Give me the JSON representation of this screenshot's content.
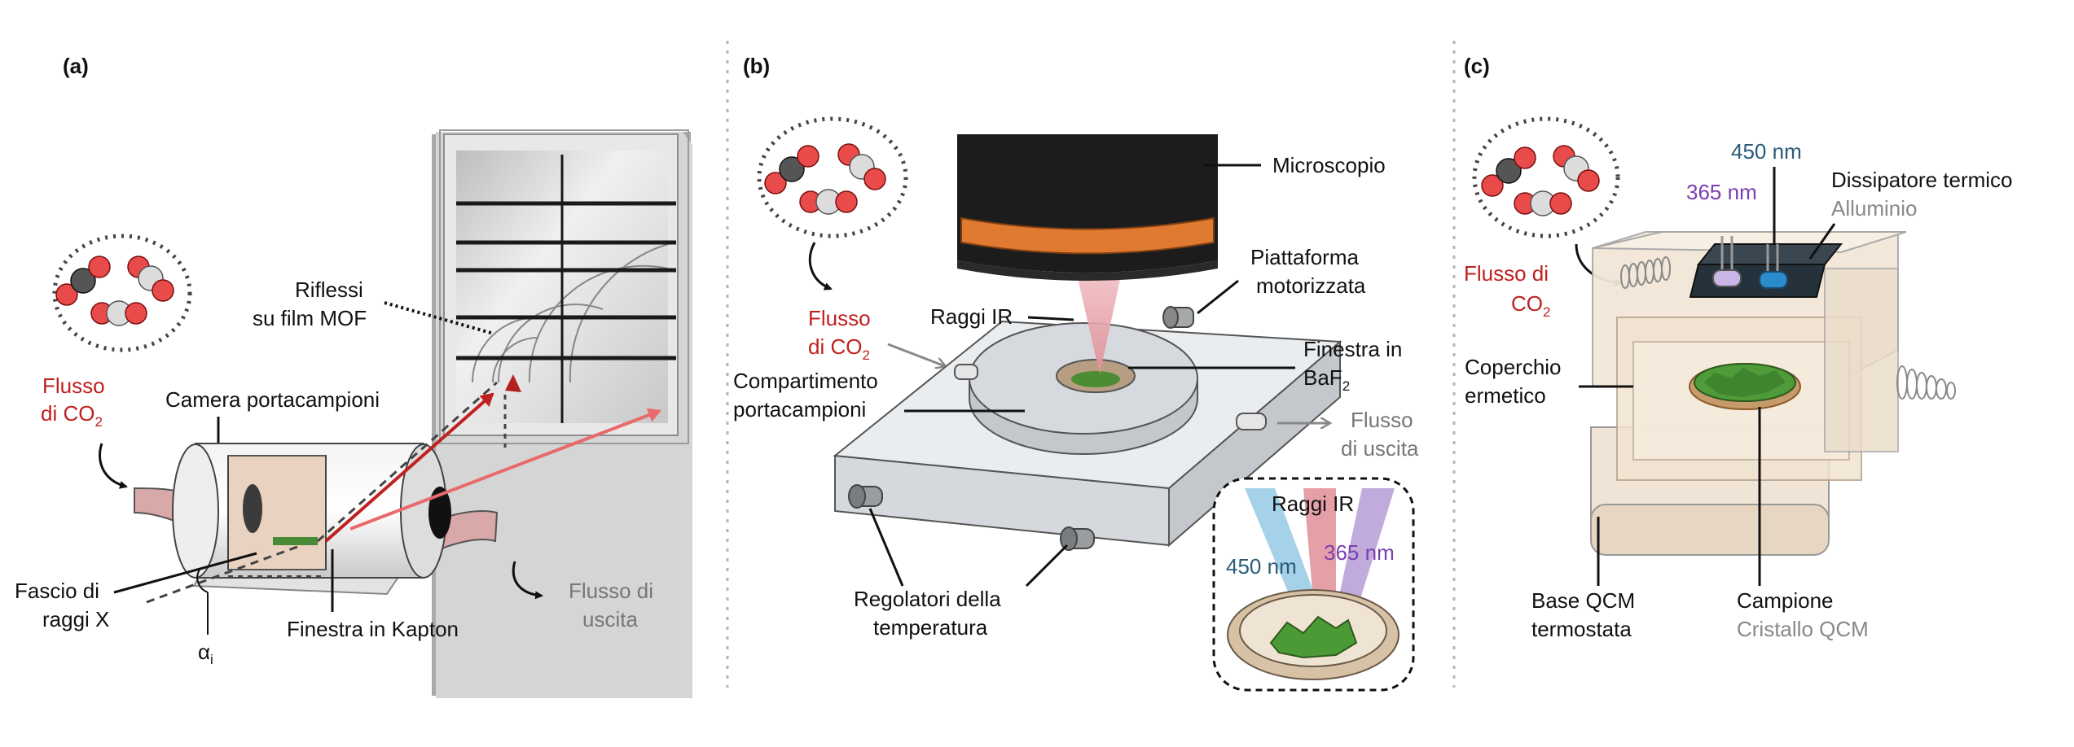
{
  "colors": {
    "co2_red": "#c0201f",
    "label_gray": "#777777",
    "uv_purple": "#7a3fb0",
    "blue_450": "#2a5a7a",
    "orange_band": "#e07a30",
    "ir_pink": "#e3a0a8",
    "mof_green": "#3f8a2a"
  },
  "panel_a": {
    "tag": "(a)",
    "flow_in": [
      "Flusso",
      "di CO",
      "2"
    ],
    "chamber_label": "Camera portacampioni",
    "reflections": [
      "Riflessi",
      "su film MOF"
    ],
    "beam": [
      "Fascio di",
      "raggi X"
    ],
    "angle": [
      "α",
      "i"
    ],
    "window": "Finestra in Kapton",
    "flow_out": [
      "Flusso di",
      "uscita"
    ]
  },
  "panel_b": {
    "tag": "(b)",
    "microscope": "Microscopio",
    "stage": [
      "Piattaforma",
      "motorizzata"
    ],
    "ir_beam": "Raggi IR",
    "flow_in": [
      "Flusso",
      "di CO",
      "2"
    ],
    "window": [
      "Finestra in",
      "BaF",
      "2"
    ],
    "compartment": [
      "Compartimento",
      "portacampioni"
    ],
    "flow_out": [
      "Flusso",
      "di uscita"
    ],
    "regulators": [
      "Regolatori della",
      "temperatura"
    ],
    "inset": {
      "ir": "Raggi IR",
      "blue": "450 nm",
      "purple": "365 nm"
    }
  },
  "panel_c": {
    "tag": "(c)",
    "blue_led": "450 nm",
    "uv_led": "365 nm",
    "heatsink": [
      "Dissipatore termico",
      "Alluminio"
    ],
    "flow_in": [
      "Flusso di",
      "CO",
      "2"
    ],
    "lid": [
      "Coperchio",
      "ermetico"
    ],
    "base": [
      "Base QCM",
      "termostata"
    ],
    "sample": [
      "Campione",
      "Cristallo QCM"
    ]
  }
}
